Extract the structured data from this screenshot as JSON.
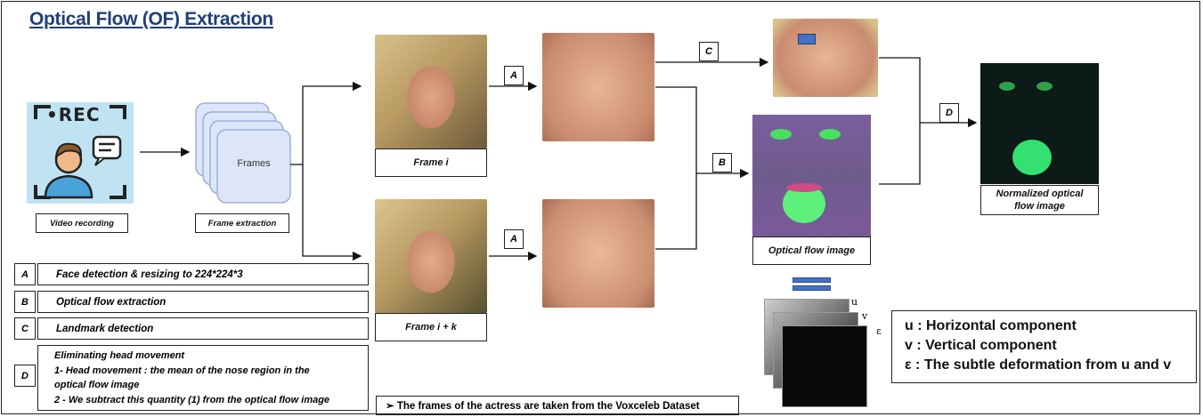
{
  "title": "Optical Flow (OF) Extraction",
  "rec_icon_text": "•REC",
  "stack_label": "Frames",
  "labels": {
    "video_recording": "Video recording",
    "frame_extraction": "Frame extraction",
    "frame_i": "Frame i",
    "frame_ik": "Frame i + k",
    "optical_flow_image": "Optical flow image",
    "normalized_line1": "Normalized optical",
    "normalized_line2": "flow image"
  },
  "arrow_keys": [
    "A",
    "A",
    "B",
    "C",
    "D"
  ],
  "legend": [
    {
      "key": "A",
      "text": "Face detection & resizing to 224*224*3"
    },
    {
      "key": "B",
      "text": "Optical flow extraction"
    },
    {
      "key": "C",
      "text": "Landmark detection"
    }
  ],
  "legend_d": {
    "key": "D",
    "lines": [
      "Eliminating head movement",
      "1- Head movement : the mean of the nose region in the",
      "optical flow image",
      "2 - We subtract this quantity (1) from the optical flow image"
    ]
  },
  "components": {
    "u_letter": "u",
    "v_letter": "v",
    "e_letter": "ε",
    "u_desc": "u : Horizontal component",
    "v_desc": "v : Vertical component",
    "e_desc": "ε : The subtle deformation from u and v"
  },
  "note": "➢  The frames of the actress are taken from the Voxceleb Dataset",
  "colors": {
    "title": "#1f3f77",
    "rec_icon_bg": "#bfe3f3",
    "stack_fill": "#dde6f8",
    "stack_stroke": "#9bb0d8",
    "equals_bar": "#4472c4",
    "of_bg": "#7a5a9a",
    "nof_bg": "#0c1a18",
    "flow_green": "#33e070"
  }
}
